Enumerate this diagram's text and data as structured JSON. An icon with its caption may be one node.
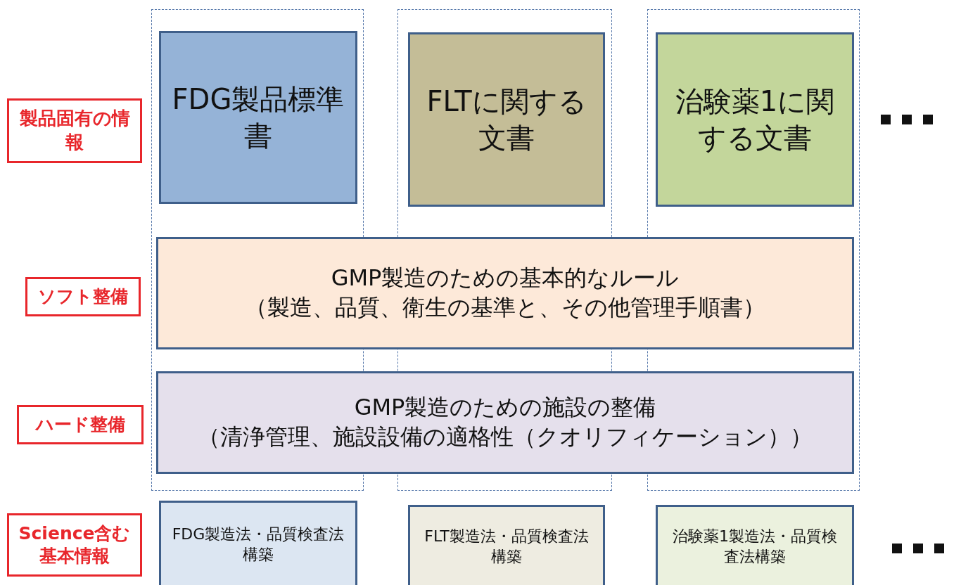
{
  "diagram": {
    "nodes": [
      {
        "text": [
          "製品固有の情報"
        ]
      },
      {
        "text": [
          "FDG製品標準書"
        ]
      },
      {
        "text": [
          "FLTに関する文書"
        ]
      },
      {
        "text": [
          "治験薬1に関する文書"
        ]
      },
      {
        "text": [
          "ソフト整備"
        ]
      },
      {
        "text": [
          "GMP製造のための基本的なルール",
          "（製造、品質、衛生の基準と、その他管理手順書）"
        ]
      },
      {
        "text": [
          "ハード整備"
        ]
      },
      {
        "text": [
          "GMP製造のための施設の整備",
          "（清浄管理、施設設備の適格性（クオリフィケーション））"
        ]
      },
      {
        "text": [
          "Science含む基本情報"
        ]
      },
      {
        "text": [
          "FDG製造法・品質検査法構築"
        ]
      },
      {
        "text": [
          "FLT製造法・品質検査法構築"
        ]
      },
      {
        "text": [
          "治験薬1製造法・品質検査法構築"
        ]
      }
    ],
    "edges": []
  }
}
